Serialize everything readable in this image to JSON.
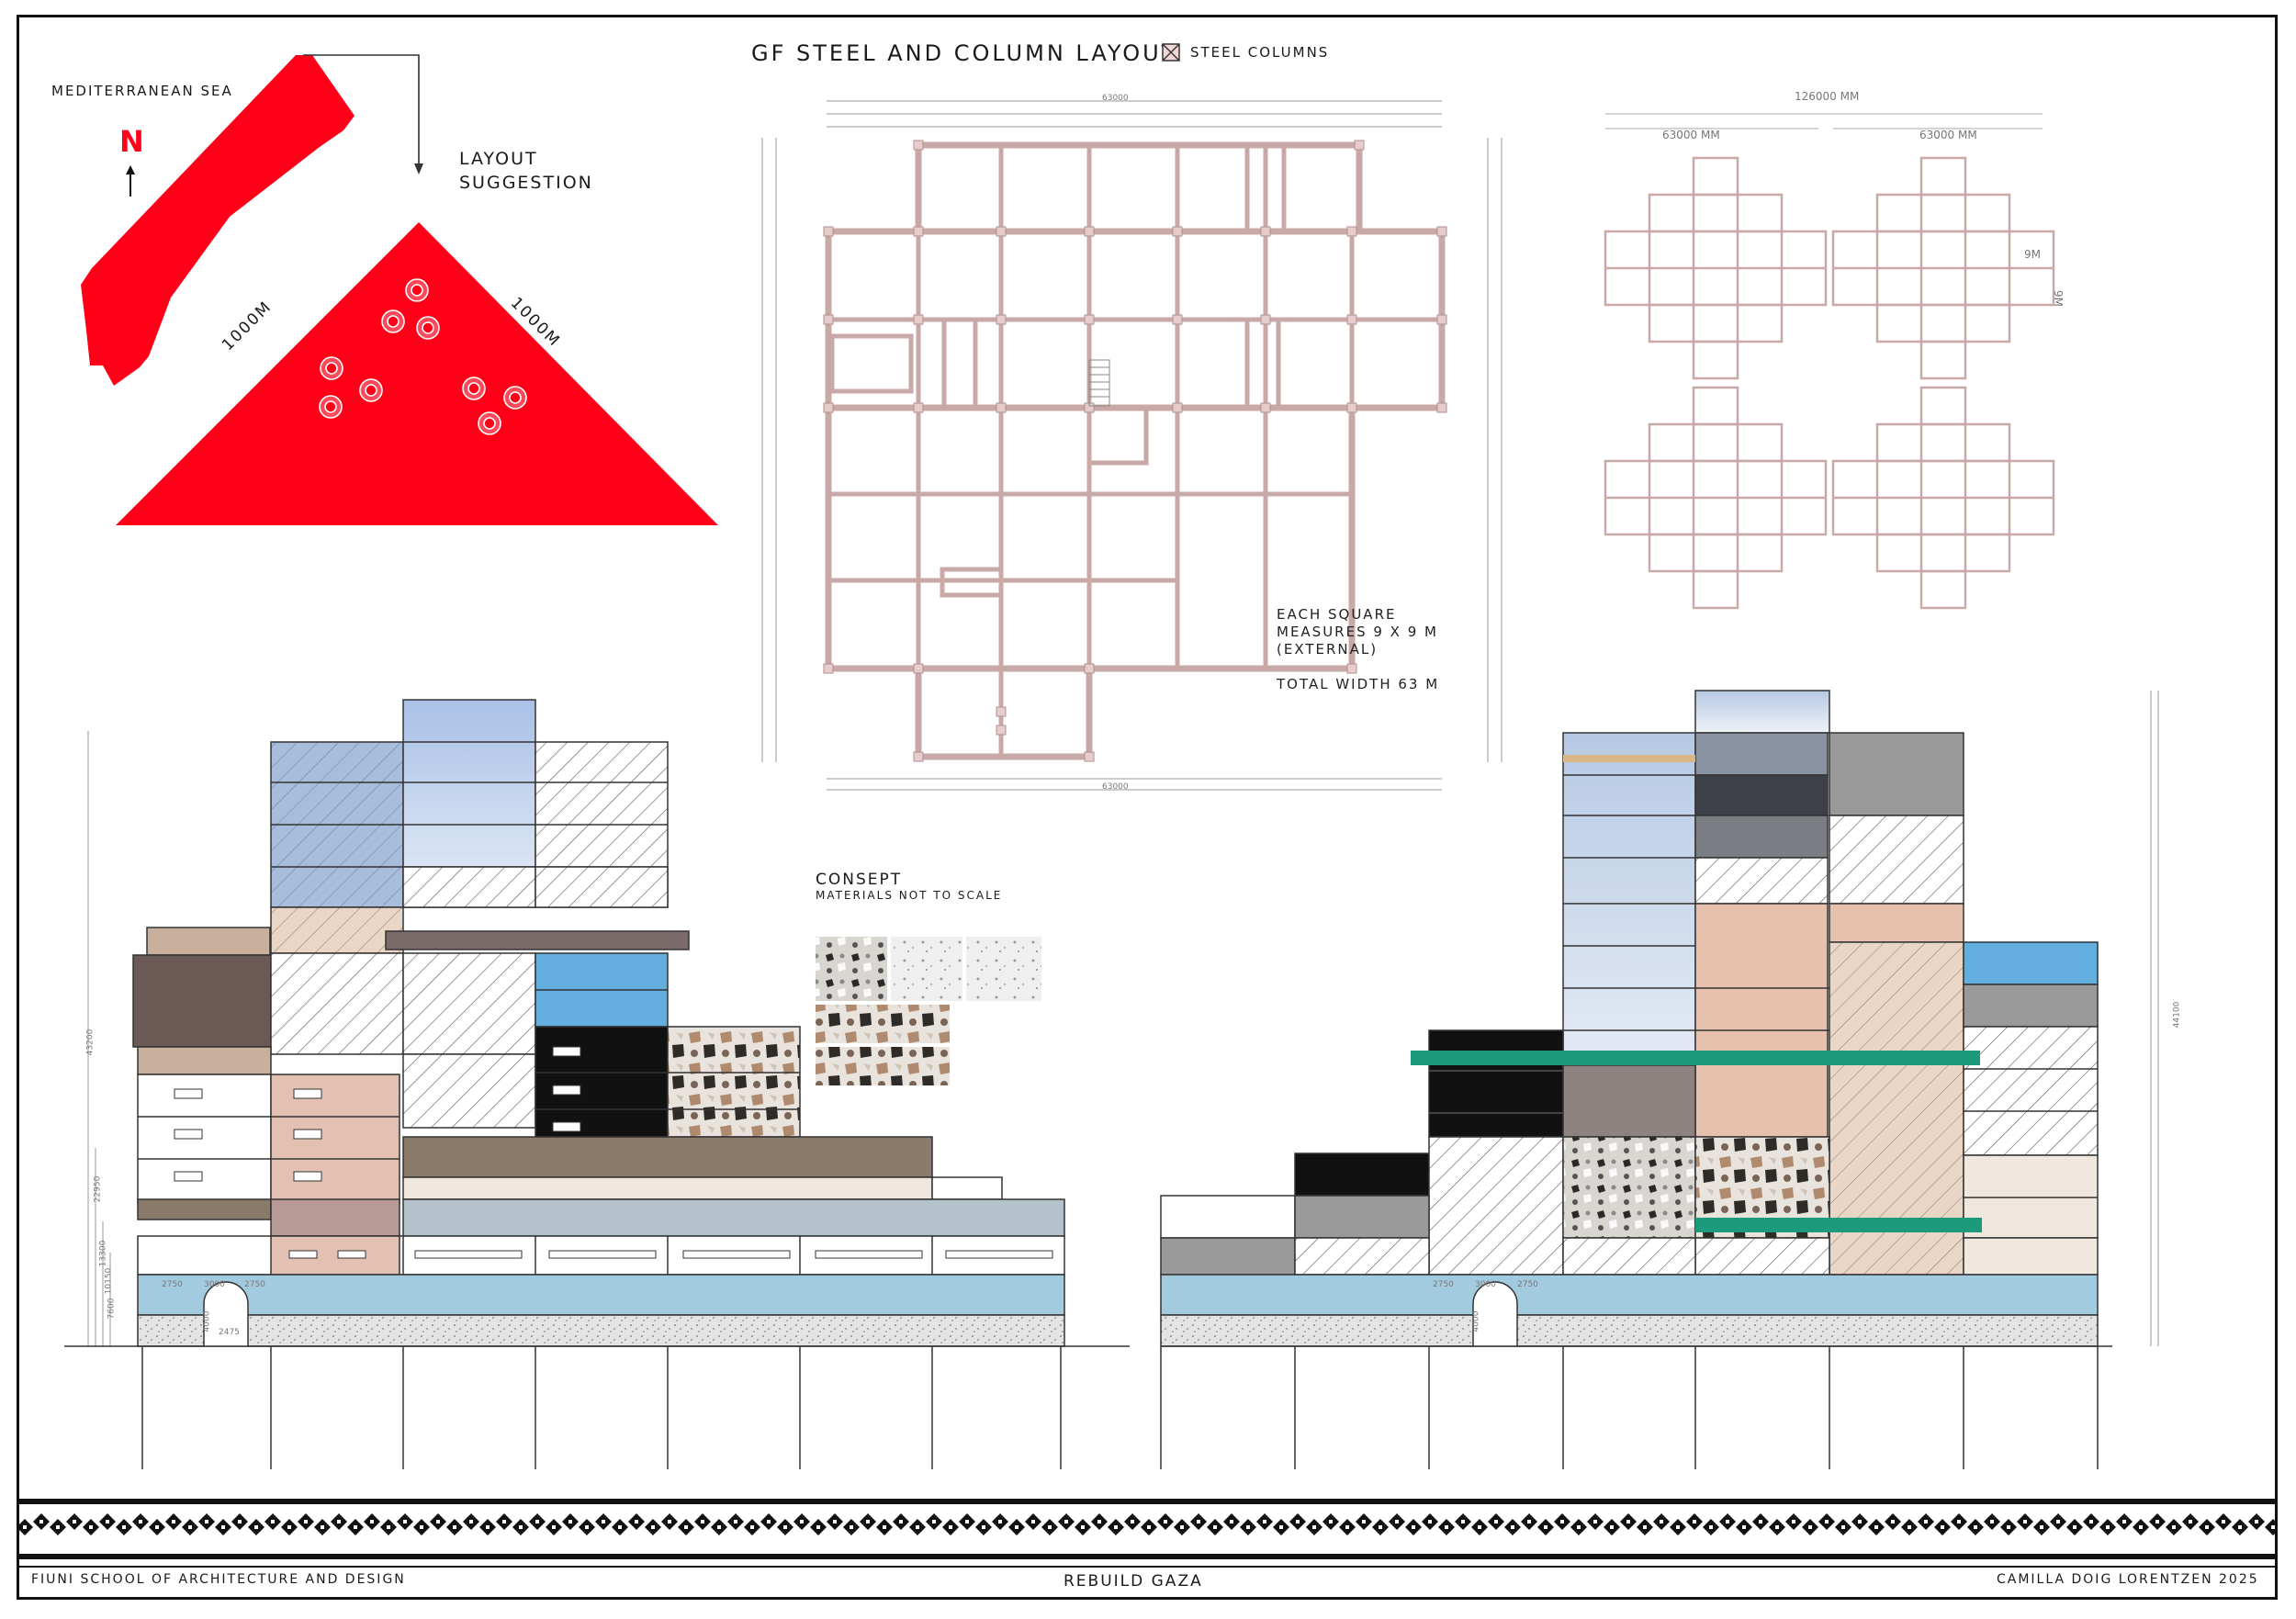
{
  "board": {
    "title": "GF STEEL AND COLUMN LAYOUT",
    "legend_steel": "STEEL COLUMNS",
    "footer_left": "FIUNI SCHOOL OF ARCHITECTURE AND DESIGN",
    "footer_center": "REBUILD GAZA",
    "footer_right": "CAMILLA DOIG LORENTZEN 2025"
  },
  "site": {
    "sea_label": "MEDITERRANEAN SEA",
    "north_label": "N",
    "layout_line1": "LAYOUT",
    "layout_line2": "SUGGESTION",
    "side_left": "1000M",
    "side_right": "1000M",
    "accent": "#ff0019"
  },
  "plan": {
    "total_top": "63000",
    "total_bottom": "63000",
    "note_line1": "EACH SQUARE",
    "note_line2": "MEASURES 9 X 9 M",
    "note_line3": "(EXTERNAL)",
    "note_line4": "TOTAL WIDTH 63 M",
    "line_color": "#c9a8a8"
  },
  "cluster": {
    "total": "126000 MM",
    "half_left": "63000 MM",
    "half_right": "63000 MM",
    "module_h": "9M",
    "module_v": "9M"
  },
  "materials": {
    "title": "CONSEPT",
    "subtitle": "MATERIALS NOT TO SCALE"
  },
  "elevation_left": {
    "level_dims": [
      "43200",
      "22950",
      "13300",
      "10150",
      "7600"
    ],
    "arch_dims": [
      "2750",
      "3000",
      "2750",
      "4000",
      "2475"
    ]
  },
  "elevation_right": {
    "total_dim": "44100",
    "arch_dims": [
      "2750",
      "3000",
      "2750",
      "4000"
    ]
  }
}
